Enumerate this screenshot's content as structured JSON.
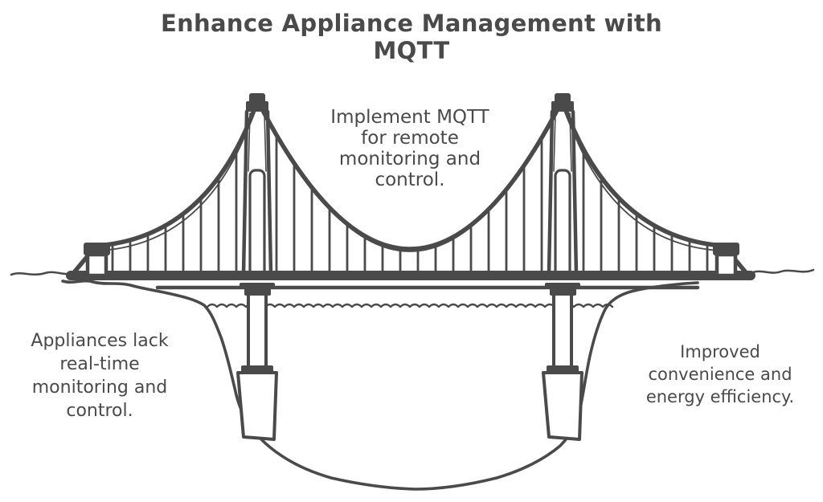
{
  "page": {
    "background": "#ffffff",
    "ink_color": "#4a4a4a"
  },
  "title": {
    "lines": [
      "Enhance Appliance Management with",
      "MQTT"
    ]
  },
  "labels": {
    "solution": {
      "lines": [
        "Implement MQTT",
        "for remote",
        "monitoring and",
        "control."
      ]
    },
    "problem": {
      "lines": [
        "Appliances lack",
        "real-time",
        "monitoring and",
        "control."
      ]
    },
    "benefit": {
      "lines": [
        "Improved",
        "convenience and",
        "energy efficiency."
      ]
    }
  },
  "illustration": {
    "icon": "suspension-bridge-illustration"
  }
}
